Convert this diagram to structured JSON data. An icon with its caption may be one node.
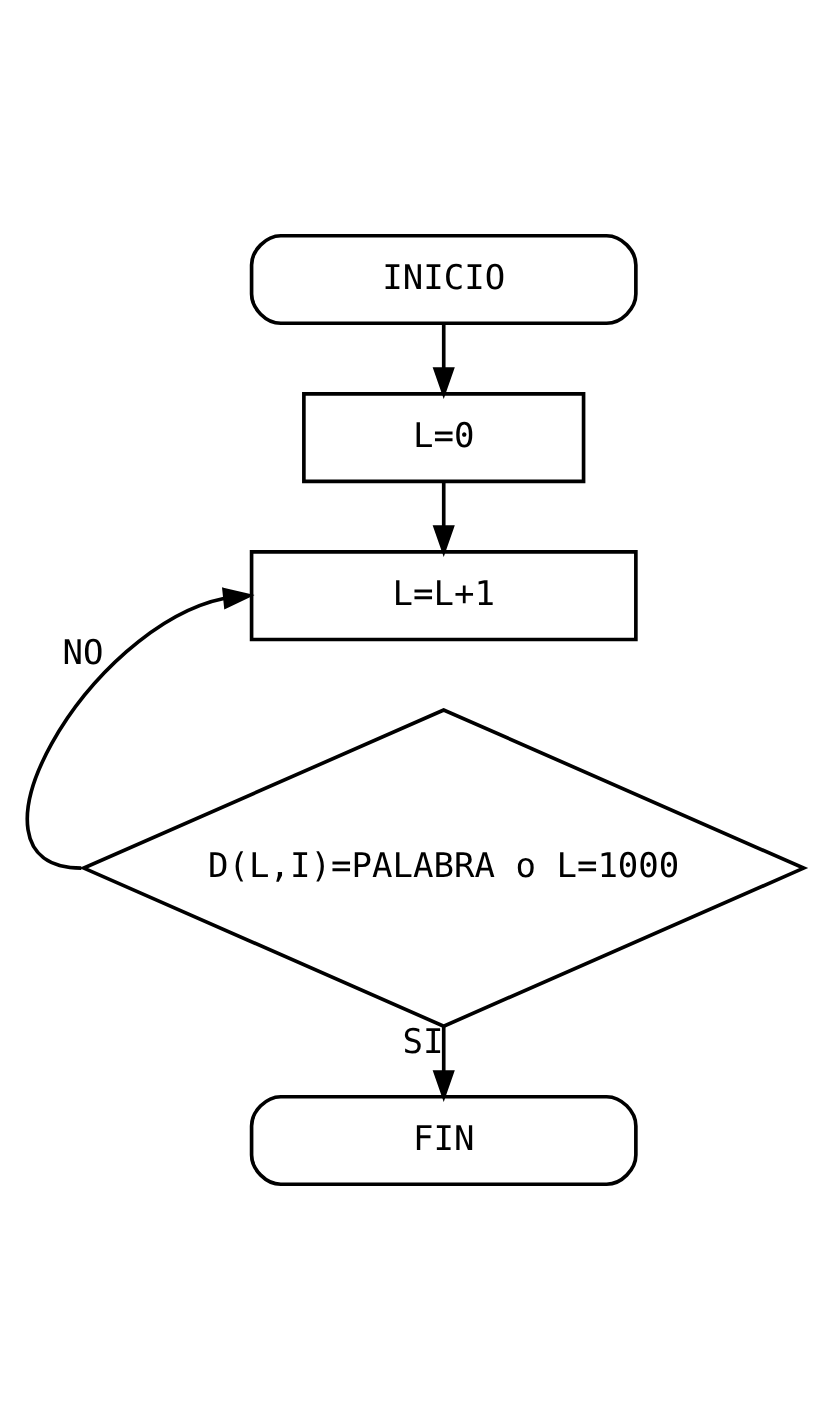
{
  "diagram": {
    "nodes": [
      {
        "text": [
          "INICIO"
        ]
      },
      {
        "text": [
          "L=0"
        ]
      },
      {
        "text": [
          "L=L+1"
        ]
      },
      {
        "text": [
          "D(L,I)=PALABRA o L=1000"
        ]
      },
      {
        "text": [
          "FIN"
        ]
      }
    ],
    "edges": [
      {
        "from": 0,
        "to": 1,
        "arrow": "to"
      },
      {
        "from": 1,
        "to": 2,
        "arrow": "to"
      },
      {
        "from": 3,
        "to": 2,
        "arrow": "to",
        "label": "NO"
      },
      {
        "from": 3,
        "to": 4,
        "arrow": "to",
        "label": "SI"
      }
    ]
  }
}
